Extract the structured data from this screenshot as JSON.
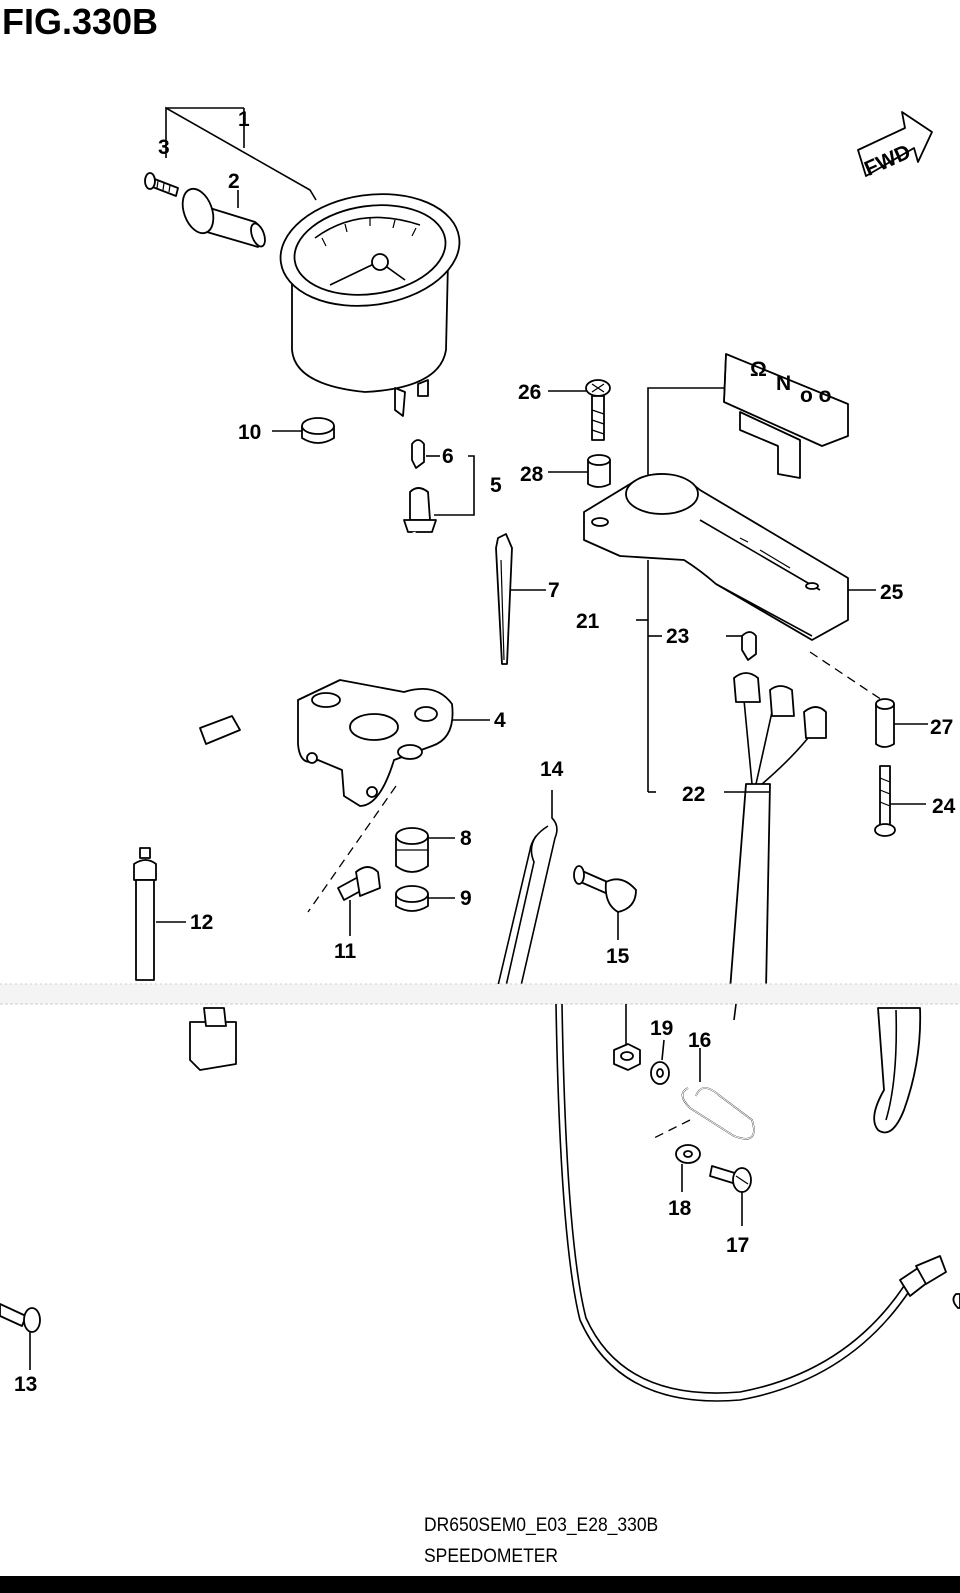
{
  "figure": {
    "title": "FIG.330B"
  },
  "fwd_label": "FWD",
  "callouts": [
    "1",
    "2",
    "3",
    "4",
    "5",
    "6",
    "7",
    "8",
    "9",
    "10",
    "11",
    "12",
    "13",
    "14",
    "15",
    "16",
    "17",
    "18",
    "19",
    "21",
    "22",
    "23",
    "24",
    "25",
    "26",
    "27",
    "28"
  ],
  "footer": {
    "code": "DR650SEM0_E03_E28_330B",
    "name": "SPEEDOMETER"
  }
}
